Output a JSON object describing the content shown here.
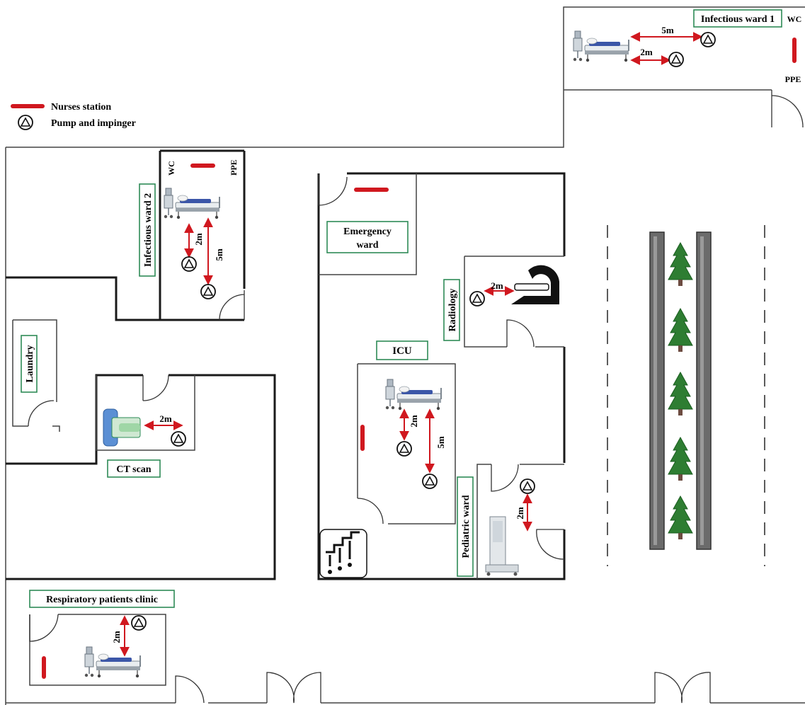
{
  "legend": {
    "nurses_station": "Nurses station",
    "pump": "Pump and impinger"
  },
  "colors": {
    "nurses_station": "#d0181f",
    "arrow": "#d0181f",
    "label_border": "#2e8b57",
    "wall": "#1a1a1a",
    "road_rail": "#555555",
    "tree": "#2e7d32"
  },
  "rooms": {
    "infectious_ward_1": "Infectious ward 1",
    "infectious_ward_2": "Infectious ward 2",
    "emergency_ward_line1": "Emergency",
    "emergency_ward_line2": "ward",
    "radiology": "Radiology",
    "icu": "ICU",
    "laundry": "Laundry",
    "ct_scan": "CT scan",
    "pediatric_ward": "Pediatric ward",
    "respiratory_clinic": "Respiratory patients clinic"
  },
  "small_labels": {
    "wc_1": "WC",
    "ppe_1": "PPE",
    "wc_2": "WC",
    "ppe_2": "PPE"
  },
  "distances": {
    "iw1_far": "5m",
    "iw1_near": "2m",
    "iw2_near": "2m",
    "iw2_far": "5m",
    "radiology": "2m",
    "ct": "2m",
    "icu_near": "2m",
    "icu_far": "5m",
    "pediatric": "2m",
    "respiratory": "2m"
  },
  "icons": [
    "hospital-bed-icon",
    "pump-impinger-icon",
    "xray-machine-icon",
    "ct-scanner-icon",
    "stairs-icon",
    "tree-icon",
    "door-icon"
  ]
}
